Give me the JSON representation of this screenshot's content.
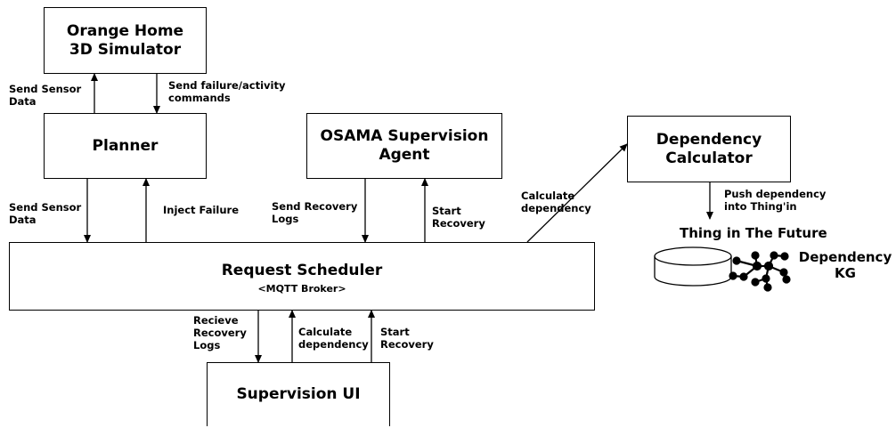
{
  "boxes": {
    "simulator": {
      "line1": "Orange Home",
      "line2": "3D Simulator"
    },
    "planner": {
      "label": "Planner"
    },
    "osama": {
      "line1": "OSAMA Supervision",
      "line2": "Agent"
    },
    "dependency_calc": {
      "line1": "Dependency",
      "line2": "Calculator"
    },
    "scheduler": {
      "label": "Request Scheduler",
      "sublabel": "<MQTT Broker>"
    },
    "supervision_ui": {
      "label": "Supervision UI"
    }
  },
  "labels": {
    "sim_send_sensor": {
      "line1": "Send Sensor",
      "line2": "Data"
    },
    "sim_send_failure": {
      "line1": "Send failure/activity",
      "line2": "commands"
    },
    "planner_send_sensor": {
      "line1": "Send Sensor",
      "line2": "Data"
    },
    "inject_failure": "Inject Failure",
    "send_recovery_logs": {
      "line1": "Send Recovery",
      "line2": "Logs"
    },
    "start_recovery_top": {
      "line1": "Start",
      "line2": "Recovery"
    },
    "calc_dep_top": {
      "line1": "Calculate",
      "line2": "dependency"
    },
    "push_dependency": {
      "line1": "Push dependency",
      "line2": "into Thing'in"
    },
    "recieve_logs": {
      "line1": "Recieve",
      "line2": "Recovery",
      "line3": "Logs"
    },
    "calc_dep_bottom": {
      "line1": "Calculate",
      "line2": "dependency"
    },
    "start_recovery_bottom": {
      "line1": "Start",
      "line2": "Recovery"
    }
  },
  "thing_in_future": {
    "title": "Thing in The Future",
    "kg_line1": "Dependency",
    "kg_line2": "KG"
  }
}
